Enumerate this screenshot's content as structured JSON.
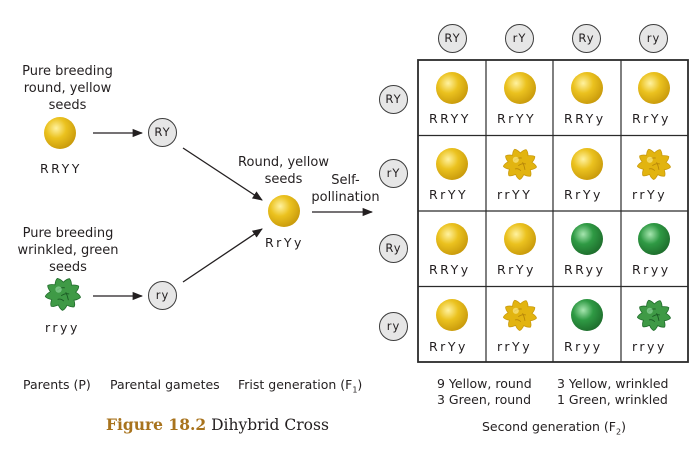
{
  "parents": {
    "yellow_label": [
      "Pure breeding",
      "round, yellow",
      "seeds"
    ],
    "yellow_genotype": "RRYY",
    "green_label": [
      "Pure breeding",
      "wrinkled, green",
      "seeds"
    ],
    "green_genotype": "rryy"
  },
  "parental_gametes": [
    "RY",
    "ry"
  ],
  "f1": {
    "label": [
      "Round, yellow",
      "seeds"
    ],
    "genotype": "RrYy",
    "arrow_label": [
      "Self-",
      "pollination"
    ]
  },
  "punnett": {
    "column_gametes": [
      "RY",
      "rY",
      "Ry",
      "ry"
    ],
    "row_gametes": [
      "RY",
      "rY",
      "Ry",
      "ry"
    ],
    "cells": [
      [
        {
          "g": "RRYY",
          "seed": "round-yellow"
        },
        {
          "g": "RrYY",
          "seed": "round-yellow"
        },
        {
          "g": "RRYy",
          "seed": "round-yellow"
        },
        {
          "g": "RrYy",
          "seed": "round-yellow"
        }
      ],
      [
        {
          "g": "RrYY",
          "seed": "round-yellow"
        },
        {
          "g": "rrYY",
          "seed": "wrinkled-yellow"
        },
        {
          "g": "RrYy",
          "seed": "round-yellow"
        },
        {
          "g": "rrYy",
          "seed": "wrinkled-yellow"
        }
      ],
      [
        {
          "g": "RRYy",
          "seed": "round-yellow"
        },
        {
          "g": "RrYy",
          "seed": "round-yellow"
        },
        {
          "g": "RRyy",
          "seed": "round-green"
        },
        {
          "g": "Rryy",
          "seed": "round-green"
        }
      ],
      [
        {
          "g": "RrYy",
          "seed": "round-yellow"
        },
        {
          "g": "rrYy",
          "seed": "wrinkled-yellow"
        },
        {
          "g": "Rryy",
          "seed": "round-green"
        },
        {
          "g": "rryy",
          "seed": "wrinkled-green"
        }
      ]
    ]
  },
  "captions": {
    "parents": "Parents (P)",
    "gametes": "Parental gametes",
    "f1_prefix": "Frist generation (F",
    "f1_sub": "1",
    "f1_suffix": ")",
    "ratios": [
      "9 Yellow, round",
      "3 Yellow, wrinkled",
      "3 Green, round",
      "1 Green, wrinkled"
    ],
    "f2_prefix": "Second generation (F",
    "f2_sub": "2",
    "f2_suffix": ")"
  },
  "figure": {
    "number": "Figure 18.2",
    "title": "Dihybrid Cross"
  },
  "colors": {
    "yellow": "#e2b410",
    "yellow_highlight": "#fbe88a",
    "green": "#2f8a3c",
    "green_highlight": "#8fd49a",
    "green_wrinkled": "#3f9a46",
    "figure_number": "#a8731d",
    "grid_line": "#2b2b2b"
  }
}
